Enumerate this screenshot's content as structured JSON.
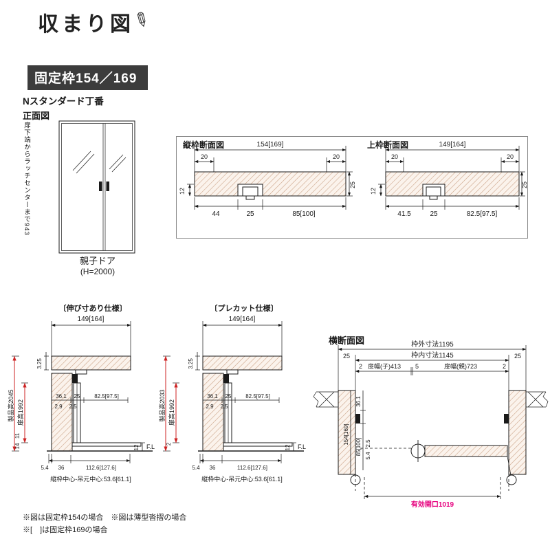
{
  "header": {
    "title": "収まり図",
    "pencil_icon": "✎",
    "banner": "固定枠154／169"
  },
  "front_view": {
    "hinge_type": "Nスタンダード丁番",
    "view_label": "正面図",
    "side_note": "扉下端からラッチセンターまで943",
    "door_caption": "親子ドア",
    "door_caption_sub": "(H=2000)"
  },
  "frame_sections": {
    "vertical": {
      "title": "縦枠断面図",
      "overall_width": "154[169]",
      "edge_left": "20",
      "edge_right": "20",
      "thickness": "25",
      "groove_depth": "12",
      "bottom_dims": [
        "44",
        "25",
        "85[100]"
      ]
    },
    "top": {
      "title": "上枠断面図",
      "overall_width": "149[164]",
      "edge_left": "20",
      "edge_right": "20",
      "thickness": "25",
      "groove_depth": "12",
      "bottom_dims": [
        "41.5",
        "25",
        "82.5[97.5]"
      ]
    }
  },
  "detail_views": {
    "nobisun": {
      "title": "〔伸び寸あり仕様〕",
      "top_width": "149[164]",
      "top_thickness": "3.25",
      "product_height": "製品高2045",
      "door_height": "扉高1992",
      "jamb_dims": [
        "36.1",
        "25",
        "82.5[97.5]"
      ],
      "jamb_sub_dims": [
        "2.9",
        "2.5"
      ],
      "threshold_height": "12",
      "floor_label": "F.L",
      "bottom_left_dims": [
        "11",
        "14"
      ],
      "bottom_dims": [
        "5.4",
        "36",
        "112.6[127.6]"
      ],
      "center_note": "縦枠中心-吊元中心:53.6[61.1]"
    },
    "precut": {
      "title": "〔プレカット仕様〕",
      "top_width": "149[164]",
      "top_thickness": "3.25",
      "product_height": "製品高2033",
      "door_height": "扉高1992",
      "jamb_dims": [
        "36.1",
        "25",
        "82.5[97.5]"
      ],
      "jamb_sub_dims": [
        "2.9",
        "2.5"
      ],
      "threshold_height": "12",
      "floor_label": "F.L",
      "bottom_left_dims": [
        "2"
      ],
      "bottom_dims": [
        "5.4",
        "36",
        "112.6[127.6]"
      ],
      "center_note": "縦枠中心-吊元中心:53.6[61.1]"
    }
  },
  "horizontal_section": {
    "title": "横断面図",
    "outer_dim": "枠外寸法1195",
    "inner_dim": "枠内寸法1145",
    "side_left": "25",
    "side_right": "25",
    "leaf_dims": [
      "2",
      "扉幅(子)413",
      "5",
      "扉幅(親)723",
      "2"
    ],
    "jamb_depth": "154[169]",
    "jamb_sub_dims": [
      "36.1",
      "25",
      "85[100]",
      "2.5",
      "5.4"
    ],
    "effective_opening": "有効開口1019"
  },
  "notes": {
    "line1": "※図は固定枠154の場合　※図は薄型沓摺の場合",
    "line2": "※[　]は固定枠169の場合"
  },
  "colors": {
    "dim_red": "#cc2222",
    "opening_magenta": "#e6007e",
    "banner_bg": "#3c3c3c",
    "hatch_line": "#c9a084"
  }
}
